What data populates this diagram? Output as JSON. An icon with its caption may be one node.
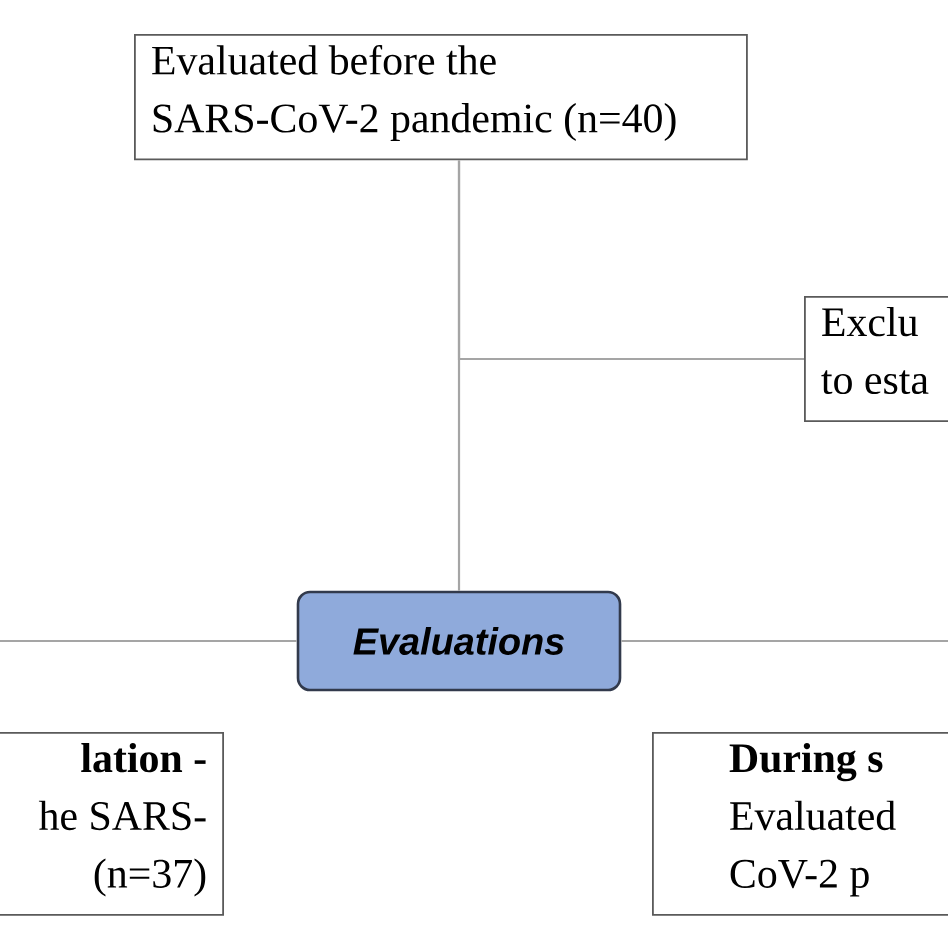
{
  "diagram": {
    "nodes": [
      {
        "text": [
          "Evaluated before the SARS-CoV-2 pandemic (n=40)"
        ]
      },
      {
        "text": [
          "Exclu to esta"
        ]
      },
      {
        "text": [
          "Evaluations"
        ]
      },
      {
        "text": [
          "lation -",
          "he SARS- (n=37)"
        ]
      },
      {
        "text": [
          "During s",
          "Evaluated CoV-2 p"
        ]
      }
    ],
    "edges": [
      {
        "from": 0,
        "to": 2,
        "arrow": "none"
      },
      {
        "from": 0,
        "to": 1,
        "arrow": "none"
      },
      {
        "from": 2,
        "to": 3,
        "arrow": "none"
      },
      {
        "from": 2,
        "to": 4,
        "arrow": "none"
      }
    ]
  }
}
